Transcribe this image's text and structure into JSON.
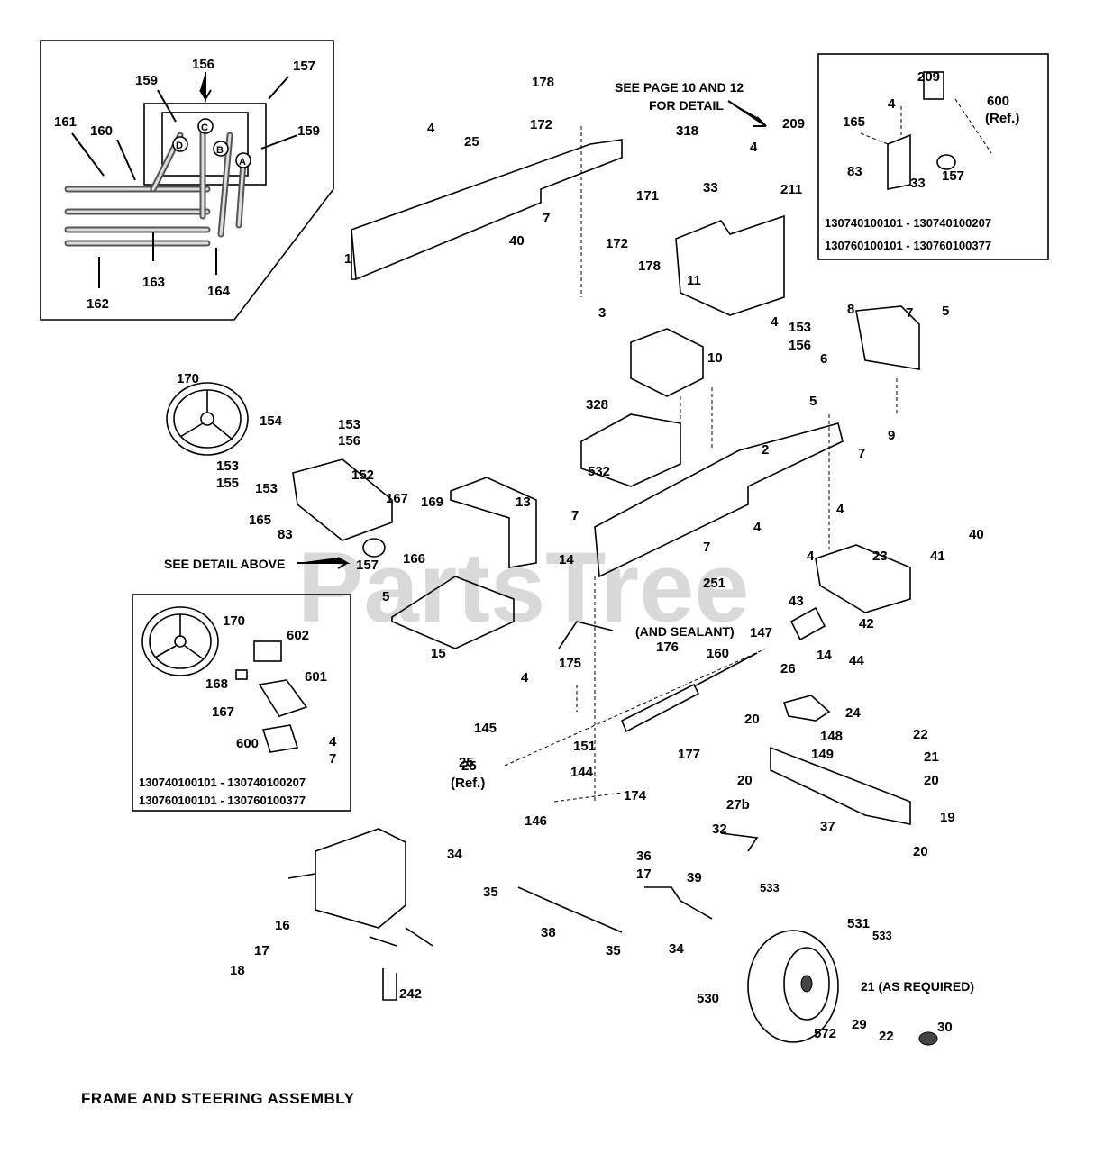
{
  "title": "FRAME AND STEERING ASSEMBLY",
  "watermark": "PartsTree",
  "notes": {
    "see_page": "SEE PAGE 10 AND 12",
    "for_detail": "FOR DETAIL",
    "see_detail_above": "SEE DETAIL ABOVE",
    "add_sealant": "(AND SEALANT)",
    "as_required": "21 (AS REQUIRED)",
    "ref_600": "600",
    "ref_label": "(Ref.)",
    "ref_25": "25",
    "ref_25_label": "(Ref.)"
  },
  "serial_ranges": {
    "top_right_1": "130740100101 - 130740100207",
    "top_right_2": "130760100101 - 130760100377",
    "left_1": "130740100101 - 130740100207",
    "left_2": "130760100101 - 130760100377"
  },
  "inset_top_left_labels": [
    "156",
    "157",
    "159",
    "159",
    "161",
    "160",
    "163",
    "162",
    "164"
  ],
  "inset_top_right_labels": [
    "209",
    "4",
    "165",
    "83",
    "33",
    "157"
  ],
  "inset_left_labels": [
    "170",
    "602",
    "168",
    "601",
    "167",
    "600",
    "4",
    "7"
  ],
  "main_labels": [
    "178",
    "172",
    "4",
    "25",
    "7",
    "40",
    "171",
    "172",
    "178",
    "3",
    "1",
    "318",
    "4",
    "33",
    "211",
    "209",
    "11",
    "4",
    "153",
    "156",
    "8",
    "7",
    "5",
    "6",
    "10",
    "9",
    "5",
    "7",
    "2",
    "328",
    "532",
    "170",
    "154",
    "153",
    "156",
    "153",
    "155",
    "152",
    "153",
    "165",
    "83",
    "167",
    "169",
    "13",
    "7",
    "157",
    "166",
    "14",
    "4",
    "4",
    "7",
    "251",
    "4",
    "40",
    "41",
    "23",
    "42",
    "44",
    "43",
    "5",
    "15",
    "4",
    "175",
    "176",
    "147",
    "160",
    "14",
    "26",
    "24",
    "20",
    "148",
    "149",
    "145",
    "151",
    "144",
    "177",
    "174",
    "25",
    "146",
    "22",
    "21",
    "20",
    "19",
    "20",
    "27b",
    "32",
    "37",
    "20",
    "34",
    "35",
    "36",
    "17",
    "39",
    "38",
    "35",
    "34",
    "533",
    "531",
    "533",
    "16",
    "17",
    "18",
    "242",
    "530",
    "572",
    "29",
    "22",
    "30"
  ]
}
